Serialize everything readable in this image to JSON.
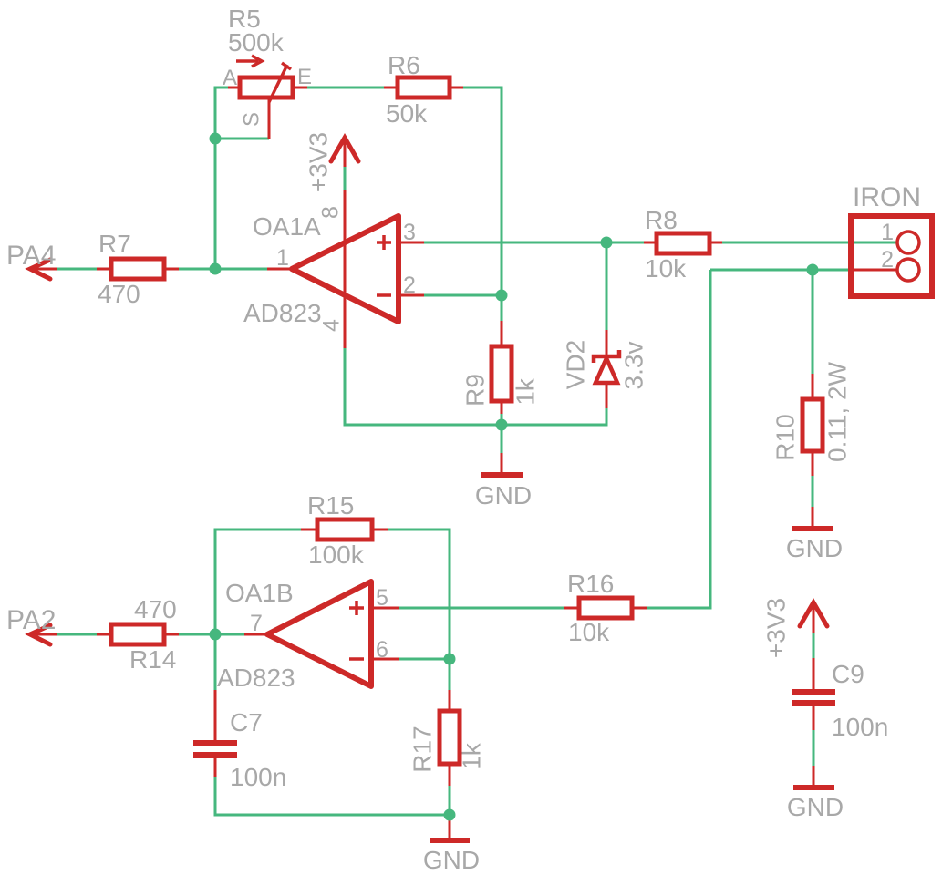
{
  "schematic": {
    "ports": {
      "pa4": "PA4",
      "pa2": "PA2"
    },
    "power": {
      "v33": "+3V3",
      "gnd": "GND"
    },
    "opamp_a": {
      "name": "OA1A",
      "part": "AD823",
      "pin_out": "1",
      "pin_noninv": "3",
      "pin_inv": "2",
      "pin_vplus": "8",
      "pin_vminus": "4"
    },
    "opamp_b": {
      "name": "OA1B",
      "part": "AD823",
      "pin_out": "7",
      "pin_noninv": "5",
      "pin_inv": "6"
    },
    "r5": {
      "refdes": "R5",
      "value": "500k",
      "term_a": "A",
      "term_e": "E",
      "term_s": "S"
    },
    "r6": {
      "refdes": "R6",
      "value": "50k"
    },
    "r7": {
      "refdes": "R7",
      "value": "470"
    },
    "r8": {
      "refdes": "R8",
      "value": "10k"
    },
    "r9": {
      "refdes": "R9",
      "value": "1k"
    },
    "r10": {
      "refdes": "R10",
      "value": "0.11, 2W"
    },
    "r14": {
      "refdes": "R14",
      "value": "470"
    },
    "r15": {
      "refdes": "R15",
      "value": "100k"
    },
    "r16": {
      "refdes": "R16",
      "value": "10k"
    },
    "r17": {
      "refdes": "R17",
      "value": "1k"
    },
    "c7": {
      "refdes": "C7",
      "value": "100n"
    },
    "c9": {
      "refdes": "C9",
      "value": "100n"
    },
    "vd2": {
      "refdes": "VD2",
      "value": "3.3v"
    },
    "iron": {
      "name": "IRON",
      "pin1": "1",
      "pin2": "2"
    },
    "colors": {
      "wire": "#46b77e",
      "component": "#cd2928",
      "label": "#a8a8a8",
      "background": "#ffffff"
    }
  }
}
